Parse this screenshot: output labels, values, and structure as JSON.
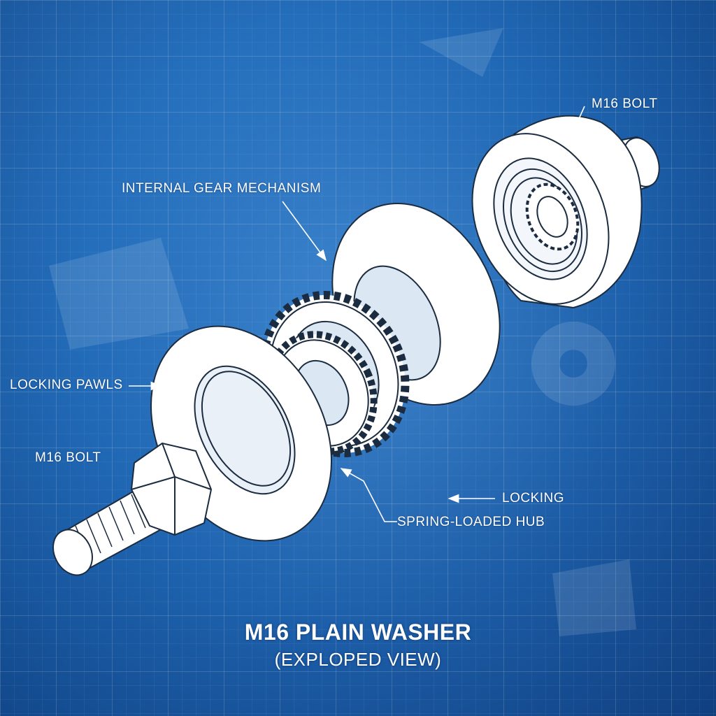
{
  "labels": {
    "bolt_top": "M16 BOLT",
    "gear_mechanism": "INTERNAL GEAR MECHANISM",
    "locking_pawls": "LOCKING PAWLS",
    "bolt_left": "M16 BOLT",
    "locking": "LOCKING",
    "spring_hub": "SPRING-LOADED HUB"
  },
  "title": {
    "main": "M16 PLAIN WASHER",
    "sub": "(EXPLOPED VIEW)"
  },
  "colors": {
    "background": "#1f63ad",
    "line": "#ffffff",
    "part_fill": "#ffffff",
    "part_stroke": "#1c2c40"
  }
}
